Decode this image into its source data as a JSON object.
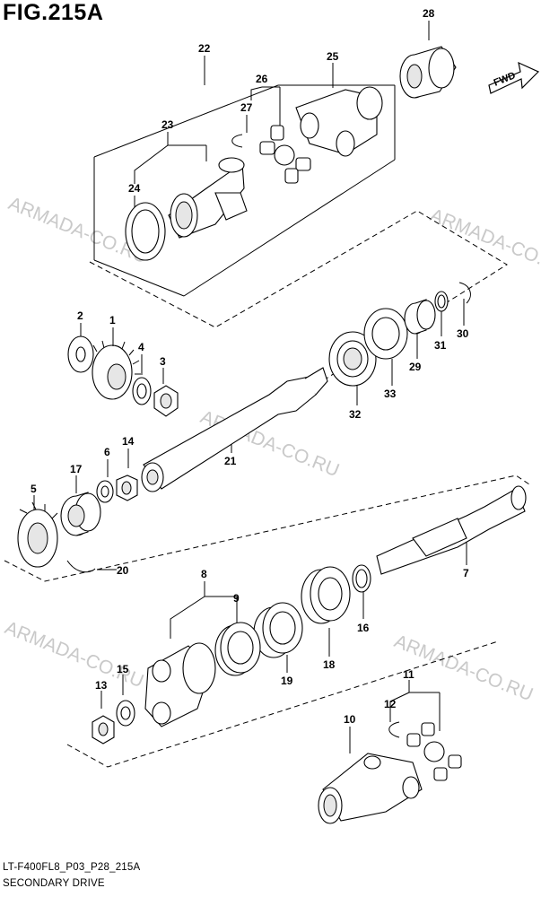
{
  "figure": {
    "title": "FIG.215A",
    "footer_code": "LT-F400FL8_P03_P28_215A",
    "footer_name": "SECONDARY DRIVE",
    "fwd_label": "FWD"
  },
  "watermarks": [
    "ARMADA-CO.RU",
    "ARMADA-CO.RU",
    "ARMADA-CO.RU",
    "ARMADA-CO.RU",
    "ARMADA-CO.RU"
  ],
  "callouts": {
    "p1": "1",
    "p2": "2",
    "p3": "3",
    "p4": "4",
    "p5": "5",
    "p6": "6",
    "p7": "7",
    "p8": "8",
    "p9": "9",
    "p10": "10",
    "p11": "11",
    "p12": "12",
    "p13": "13",
    "p14": "14",
    "p15": "15",
    "p16": "16",
    "p17": "17",
    "p18": "18",
    "p19": "19",
    "p20": "20",
    "p21": "21",
    "p22": "22",
    "p23": "23",
    "p24": "24",
    "p25": "25",
    "p26": "26",
    "p27": "27",
    "p28": "28",
    "p29": "29",
    "p30": "30",
    "p31": "31",
    "p32": "32",
    "p33": "33"
  }
}
